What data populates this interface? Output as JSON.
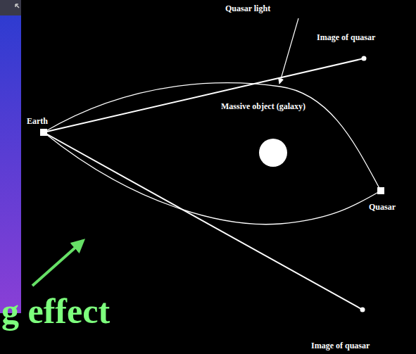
{
  "diagram": {
    "labels": [
      "Quasar light",
      "Image of quasar",
      "Earth",
      "Massive object (galaxy)",
      "Quasar",
      "g effect",
      "Image of quasar"
    ]
  }
}
